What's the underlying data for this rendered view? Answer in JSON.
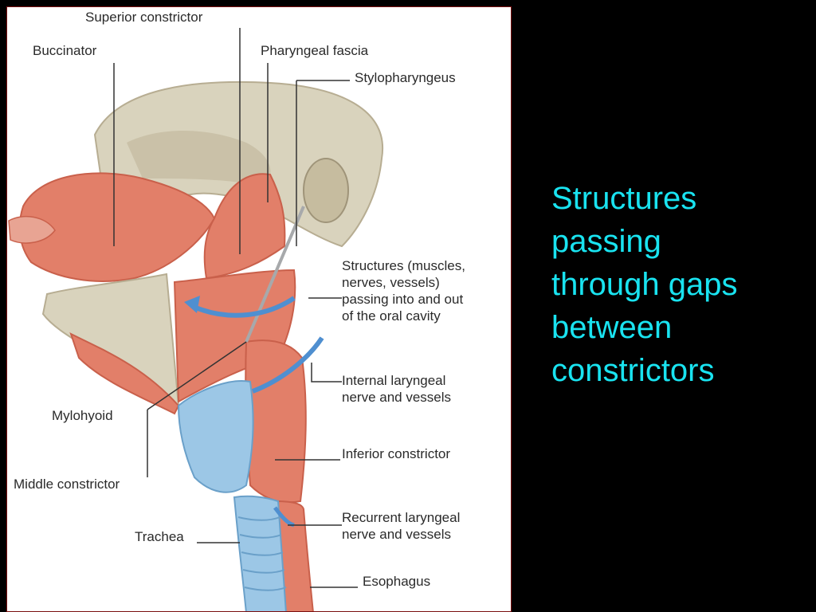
{
  "slide": {
    "background": "#000000",
    "caption_color": "#19e3f0",
    "caption_lines": [
      "Structures",
      "passing",
      "through gaps",
      "between",
      "constrictors"
    ]
  },
  "figure": {
    "labels": {
      "superior_constrictor": "Superior constrictor",
      "buccinator": "Buccinator",
      "pharyngeal_fascia": "Pharyngeal fascia",
      "stylopharyngeus": "Stylopharyngeus",
      "structures_oral_cavity": [
        "Structures (muscles,",
        "nerves, vessels)",
        "passing into and out",
        "of the oral cavity"
      ],
      "internal_laryngeal": [
        "Internal laryngeal",
        "nerve and vessels"
      ],
      "mylohyoid": "Mylohyoid",
      "inferior_constrictor": "Inferior constrictor",
      "middle_constrictor": "Middle constrictor",
      "recurrent_laryngeal": [
        "Recurrent laryngeal",
        "nerve and vessels"
      ],
      "trachea": "Trachea",
      "esophagus": "Esophagus"
    },
    "colors": {
      "muscle": "#e27f69",
      "muscle_dark": "#c9604b",
      "bone": "#d9d3bd",
      "bone_shadow": "#b7ad92",
      "cartilage": "#9cc7e6",
      "arrow": "#4f8fd0",
      "leader": "#333333"
    }
  }
}
